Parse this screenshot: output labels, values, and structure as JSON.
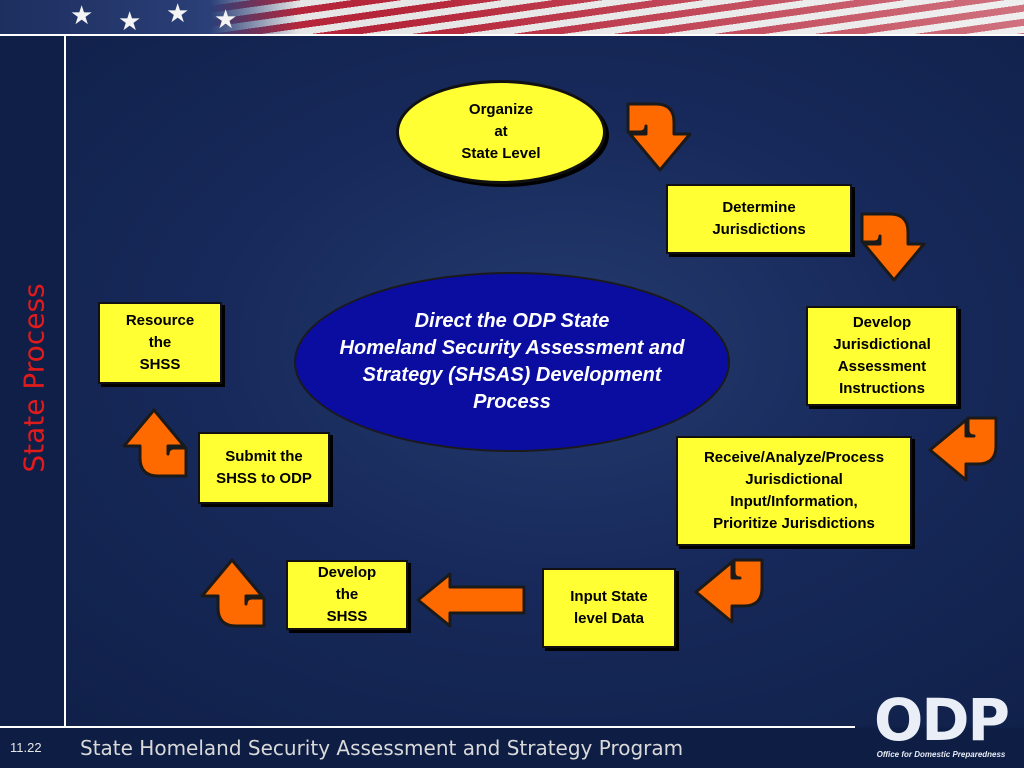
{
  "section_title": "State Process",
  "footer": {
    "slide_number": "11.22",
    "title": "State Homeland Security Assessment and Strategy Program"
  },
  "logo": {
    "text": "ODP",
    "subtitle": "Office for Domestic Preparedness"
  },
  "center": {
    "text": "Direct the ODP State\nHomeland Security Assessment and\nStrategy (SHSAS) Development\nProcess"
  },
  "nodes": {
    "organize": "Organize\nat\nState Level",
    "determine": "Determine\nJurisdictions",
    "develop_instructions": "Develop\nJurisdictional\nAssessment\nInstructions",
    "receive": "Receive/Analyze/Process\nJurisdictional\nInput/Information,\nPrioritize Jurisdictions",
    "input": "Input State\nlevel Data",
    "develop_shss": "Develop\nthe\nSHSS",
    "submit": "Submit the\nSHSS to ODP",
    "resource": "Resource\nthe\nSHSS"
  },
  "colors": {
    "node_fill": "#ffff33",
    "center_fill": "#0b0da0",
    "arrow_fill": "#ff6a00",
    "section_title": "#e11b1b"
  }
}
